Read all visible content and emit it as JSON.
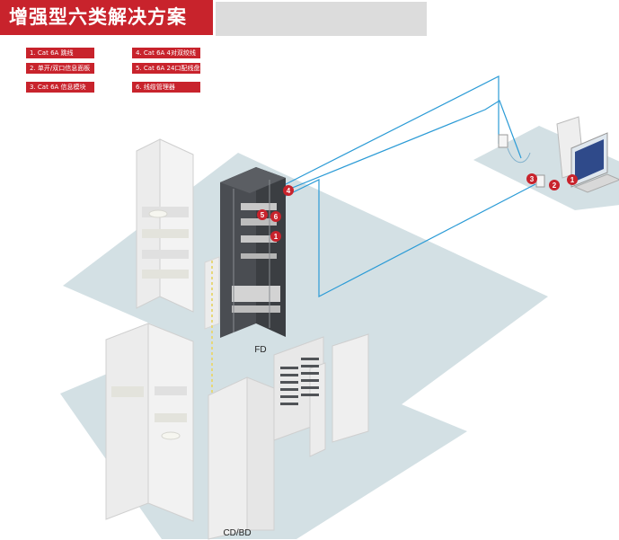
{
  "title": "增强型六类解决方案",
  "legend": [
    {
      "num": "1.",
      "text": "Cat 6A 跳线"
    },
    {
      "num": "2.",
      "text": "单开/双口信息面板"
    },
    {
      "num": "3.",
      "text": "Cat 6A 信息模块"
    },
    {
      "num": "4.",
      "text": "Cat 6A 4对双绞线"
    },
    {
      "num": "5.",
      "text": "Cat 6A 24口配线盘"
    },
    {
      "num": "6.",
      "text": "线缆管理器"
    }
  ],
  "labels": {
    "fd": "FD",
    "cdbd": "CD/BD"
  },
  "markers": {
    "rack": [
      "4",
      "5",
      "6",
      "1"
    ],
    "workstation": [
      "3",
      "2",
      "1"
    ]
  },
  "colors": {
    "accent": "#c8232c",
    "floor": "#cfdfe4",
    "cable": "#2b9bd6",
    "rack_dark": "#4a4d52",
    "rack_light": "#e9e9e9"
  }
}
